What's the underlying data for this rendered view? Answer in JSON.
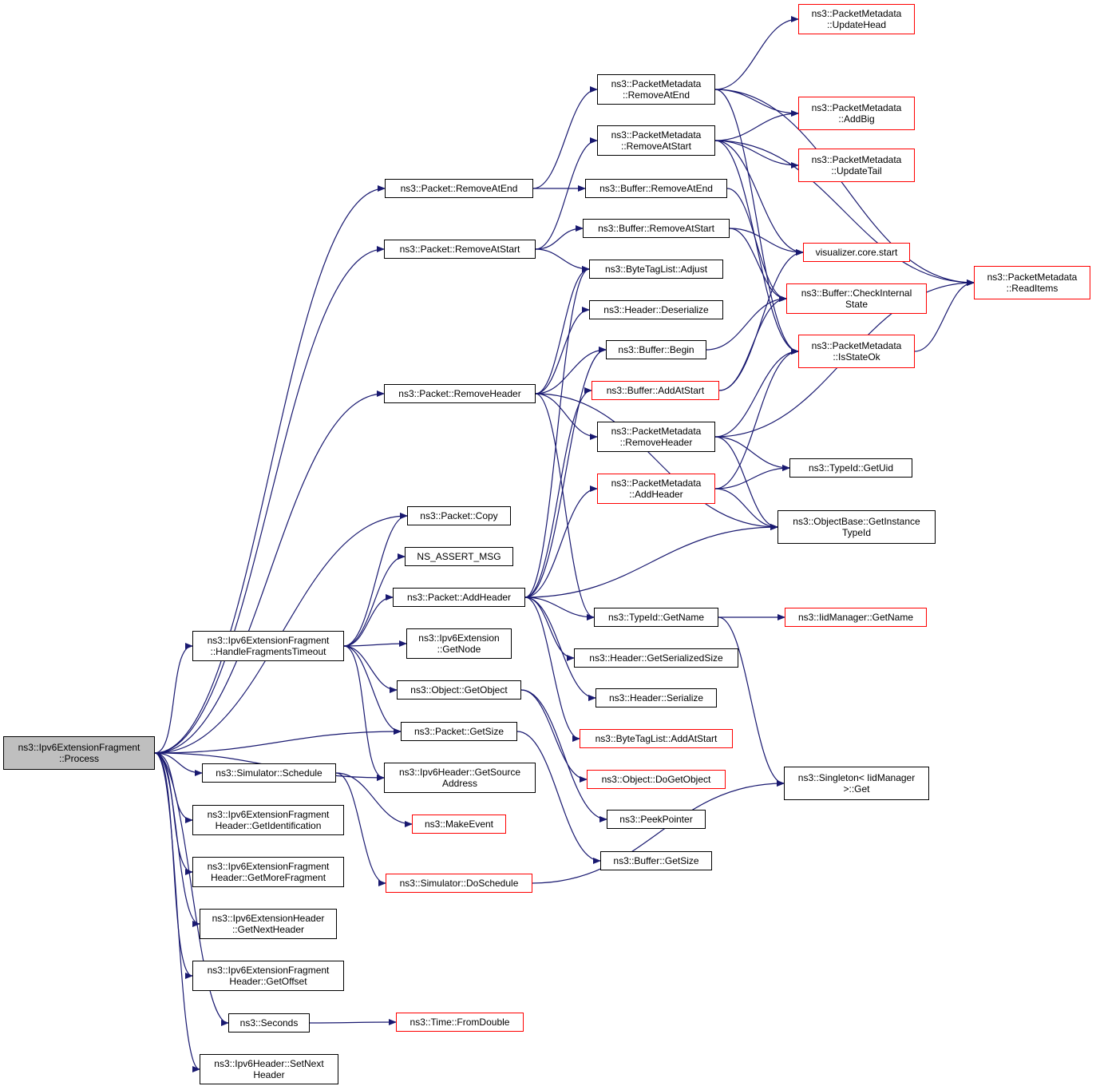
{
  "colors": {
    "edge": "#191970",
    "border": "#000000",
    "external_border": "#ff0000",
    "root_fill": "#bfbfbf"
  },
  "root_id": "process",
  "nodes": [
    {
      "id": "process",
      "lines": [
        "ns3::Ipv6ExtensionFragment",
        "::Process"
      ],
      "red": false
    },
    {
      "id": "hft",
      "lines": [
        "ns3::Ipv6ExtensionFragment",
        "::HandleFragmentsTimeout"
      ],
      "red": false
    },
    {
      "id": "schedule",
      "lines": [
        "ns3::Simulator::Schedule"
      ],
      "red": false
    },
    {
      "id": "getident",
      "lines": [
        "ns3::Ipv6ExtensionFragment",
        "Header::GetIdentification"
      ],
      "red": false
    },
    {
      "id": "getmore",
      "lines": [
        "ns3::Ipv6ExtensionFragment",
        "Header::GetMoreFragment"
      ],
      "red": false
    },
    {
      "id": "getnexthdr",
      "lines": [
        "ns3::Ipv6ExtensionHeader",
        "::GetNextHeader"
      ],
      "red": false
    },
    {
      "id": "getoffset",
      "lines": [
        "ns3::Ipv6ExtensionFragment",
        "Header::GetOffset"
      ],
      "red": false
    },
    {
      "id": "seconds",
      "lines": [
        "ns3::Seconds"
      ],
      "red": false
    },
    {
      "id": "setnext",
      "lines": [
        "ns3::Ipv6Header::SetNext",
        "Header"
      ],
      "red": false
    },
    {
      "id": "pkt_removeatend",
      "lines": [
        "ns3::Packet::RemoveAtEnd"
      ],
      "red": false
    },
    {
      "id": "pkt_removeatstart",
      "lines": [
        "ns3::Packet::RemoveAtStart"
      ],
      "red": false
    },
    {
      "id": "pkt_removeheader",
      "lines": [
        "ns3::Packet::RemoveHeader"
      ],
      "red": false
    },
    {
      "id": "pkt_copy",
      "lines": [
        "ns3::Packet::Copy"
      ],
      "red": false
    },
    {
      "id": "ns_assert",
      "lines": [
        "NS_ASSERT_MSG"
      ],
      "red": false
    },
    {
      "id": "pkt_addheader",
      "lines": [
        "ns3::Packet::AddHeader"
      ],
      "red": false
    },
    {
      "id": "ipv6ext_getnode",
      "lines": [
        "ns3::Ipv6Extension",
        "::GetNode"
      ],
      "red": false
    },
    {
      "id": "obj_getobject",
      "lines": [
        "ns3::Object::GetObject"
      ],
      "red": false
    },
    {
      "id": "pkt_getsize",
      "lines": [
        "ns3::Packet::GetSize"
      ],
      "red": false
    },
    {
      "id": "ipv6hdr_getsrc",
      "lines": [
        "ns3::Ipv6Header::GetSource",
        "Address"
      ],
      "red": false
    },
    {
      "id": "makeevent",
      "lines": [
        "ns3::MakeEvent"
      ],
      "red": true
    },
    {
      "id": "doschedule",
      "lines": [
        "ns3::Simulator::DoSchedule"
      ],
      "red": true
    },
    {
      "id": "fromdouble",
      "lines": [
        "ns3::Time::FromDouble"
      ],
      "red": true
    },
    {
      "id": "pm_removeatend",
      "lines": [
        "ns3::PacketMetadata",
        "::RemoveAtEnd"
      ],
      "red": false
    },
    {
      "id": "pm_removeatstart",
      "lines": [
        "ns3::PacketMetadata",
        "::RemoveAtStart"
      ],
      "red": false
    },
    {
      "id": "buf_removeatend",
      "lines": [
        "ns3::Buffer::RemoveAtEnd"
      ],
      "red": false
    },
    {
      "id": "buf_removeatstart",
      "lines": [
        "ns3::Buffer::RemoveAtStart"
      ],
      "red": false
    },
    {
      "id": "btl_adjust",
      "lines": [
        "ns3::ByteTagList::Adjust"
      ],
      "red": false
    },
    {
      "id": "hdr_deserialize",
      "lines": [
        "ns3::Header::Deserialize"
      ],
      "red": false
    },
    {
      "id": "buf_begin",
      "lines": [
        "ns3::Buffer::Begin"
      ],
      "red": false
    },
    {
      "id": "buf_addatstart",
      "lines": [
        "ns3::Buffer::AddAtStart"
      ],
      "red": true
    },
    {
      "id": "pm_removeheader",
      "lines": [
        "ns3::PacketMetadata",
        "::RemoveHeader"
      ],
      "red": false
    },
    {
      "id": "pm_addheader",
      "lines": [
        "ns3::PacketMetadata",
        "::AddHeader"
      ],
      "red": true
    },
    {
      "id": "typeid_getname",
      "lines": [
        "ns3::TypeId::GetName"
      ],
      "red": false
    },
    {
      "id": "hdr_getserialized",
      "lines": [
        "ns3::Header::GetSerializedSize"
      ],
      "red": false
    },
    {
      "id": "hdr_serialize",
      "lines": [
        "ns3::Header::Serialize"
      ],
      "red": false
    },
    {
      "id": "btl_addatstart",
      "lines": [
        "ns3::ByteTagList::AddAtStart"
      ],
      "red": true
    },
    {
      "id": "obj_dogetobject",
      "lines": [
        "ns3::Object::DoGetObject"
      ],
      "red": true
    },
    {
      "id": "peekpointer",
      "lines": [
        "ns3::PeekPointer"
      ],
      "red": false
    },
    {
      "id": "buf_getsize",
      "lines": [
        "ns3::Buffer::GetSize"
      ],
      "red": false
    },
    {
      "id": "pm_updatehead",
      "lines": [
        "ns3::PacketMetadata",
        "::UpdateHead"
      ],
      "red": true
    },
    {
      "id": "pm_addbig",
      "lines": [
        "ns3::PacketMetadata",
        "::AddBig"
      ],
      "red": true
    },
    {
      "id": "pm_updatetail",
      "lines": [
        "ns3::PacketMetadata",
        "::UpdateTail"
      ],
      "red": true
    },
    {
      "id": "vis_start",
      "lines": [
        "visualizer.core.start"
      ],
      "red": true
    },
    {
      "id": "buf_checkinternal",
      "lines": [
        "ns3::Buffer::CheckInternal",
        "State"
      ],
      "red": true
    },
    {
      "id": "pm_isstateok",
      "lines": [
        "ns3::PacketMetadata",
        "::IsStateOk"
      ],
      "red": true
    },
    {
      "id": "typeid_getuid",
      "lines": [
        "ns3::TypeId::GetUid"
      ],
      "red": false
    },
    {
      "id": "objbase_getinstance",
      "lines": [
        "ns3::ObjectBase::GetInstance",
        "TypeId"
      ],
      "red": false
    },
    {
      "id": "iidmanager_getname",
      "lines": [
        "ns3::IidManager::GetName"
      ],
      "red": true
    },
    {
      "id": "singleton_get",
      "lines": [
        "ns3::Singleton< IidManager",
        ">::Get"
      ],
      "red": false
    },
    {
      "id": "pm_readitems",
      "lines": [
        "ns3::PacketMetadata",
        "::ReadItems"
      ],
      "red": true
    }
  ],
  "edges": [
    [
      "process",
      "hft"
    ],
    [
      "process",
      "schedule"
    ],
    [
      "process",
      "getident"
    ],
    [
      "process",
      "getmore"
    ],
    [
      "process",
      "getnexthdr"
    ],
    [
      "process",
      "getoffset"
    ],
    [
      "process",
      "seconds"
    ],
    [
      "process",
      "setnext"
    ],
    [
      "process",
      "pkt_removeatend"
    ],
    [
      "process",
      "pkt_removeatstart"
    ],
    [
      "process",
      "pkt_removeheader"
    ],
    [
      "process",
      "pkt_copy"
    ],
    [
      "process",
      "pkt_getsize"
    ],
    [
      "process",
      "ipv6hdr_getsrc"
    ],
    [
      "hft",
      "pkt_copy"
    ],
    [
      "hft",
      "ns_assert"
    ],
    [
      "hft",
      "pkt_addheader"
    ],
    [
      "hft",
      "ipv6ext_getnode"
    ],
    [
      "hft",
      "obj_getobject"
    ],
    [
      "hft",
      "pkt_getsize"
    ],
    [
      "hft",
      "ipv6hdr_getsrc"
    ],
    [
      "schedule",
      "makeevent"
    ],
    [
      "schedule",
      "doschedule"
    ],
    [
      "seconds",
      "fromdouble"
    ],
    [
      "doschedule",
      "singleton_get"
    ],
    [
      "pkt_removeatend",
      "pm_removeatend"
    ],
    [
      "pkt_removeatend",
      "buf_removeatend"
    ],
    [
      "pkt_removeatstart",
      "pm_removeatstart"
    ],
    [
      "pkt_removeatstart",
      "buf_removeatstart"
    ],
    [
      "pkt_removeatstart",
      "btl_adjust"
    ],
    [
      "pkt_removeheader",
      "btl_adjust"
    ],
    [
      "pkt_removeheader",
      "hdr_deserialize"
    ],
    [
      "pkt_removeheader",
      "buf_begin"
    ],
    [
      "pkt_removeheader",
      "pm_removeheader"
    ],
    [
      "pkt_removeheader",
      "typeid_getname"
    ],
    [
      "pkt_removeheader",
      "objbase_getinstance"
    ],
    [
      "pkt_addheader",
      "btl_adjust"
    ],
    [
      "pkt_addheader",
      "buf_begin"
    ],
    [
      "pkt_addheader",
      "buf_addatstart"
    ],
    [
      "pkt_addheader",
      "pm_addheader"
    ],
    [
      "pkt_addheader",
      "objbase_getinstance"
    ],
    [
      "pkt_addheader",
      "typeid_getname"
    ],
    [
      "pkt_addheader",
      "hdr_getserialized"
    ],
    [
      "pkt_addheader",
      "hdr_serialize"
    ],
    [
      "pkt_addheader",
      "btl_addatstart"
    ],
    [
      "obj_getobject",
      "obj_dogetobject"
    ],
    [
      "obj_getobject",
      "peekpointer"
    ],
    [
      "pkt_getsize",
      "buf_getsize"
    ],
    [
      "pm_removeatend",
      "pm_updatehead"
    ],
    [
      "pm_removeatend",
      "pm_addbig"
    ],
    [
      "pm_removeatend",
      "pm_readitems"
    ],
    [
      "pm_removeatend",
      "pm_isstateok"
    ],
    [
      "pm_removeatstart",
      "pm_addbig"
    ],
    [
      "pm_removeatstart",
      "pm_updatetail"
    ],
    [
      "pm_removeatstart",
      "vis_start"
    ],
    [
      "pm_removeatstart",
      "pm_isstateok"
    ],
    [
      "pm_removeatstart",
      "pm_readitems"
    ],
    [
      "buf_removeatend",
      "buf_checkinternal"
    ],
    [
      "buf_removeatstart",
      "vis_start"
    ],
    [
      "buf_removeatstart",
      "buf_checkinternal"
    ],
    [
      "buf_begin",
      "buf_checkinternal"
    ],
    [
      "buf_addatstart",
      "vis_start"
    ],
    [
      "buf_addatstart",
      "buf_checkinternal"
    ],
    [
      "pm_removeheader",
      "pm_isstateok"
    ],
    [
      "pm_removeheader",
      "typeid_getuid"
    ],
    [
      "pm_removeheader",
      "objbase_getinstance"
    ],
    [
      "pm_removeheader",
      "pm_readitems"
    ],
    [
      "pm_addheader",
      "pm_isstateok"
    ],
    [
      "pm_addheader",
      "typeid_getuid"
    ],
    [
      "pm_addheader",
      "objbase_getinstance"
    ],
    [
      "typeid_getname",
      "iidmanager_getname"
    ],
    [
      "typeid_getname",
      "singleton_get"
    ],
    [
      "pm_isstateok",
      "pm_readitems"
    ]
  ]
}
